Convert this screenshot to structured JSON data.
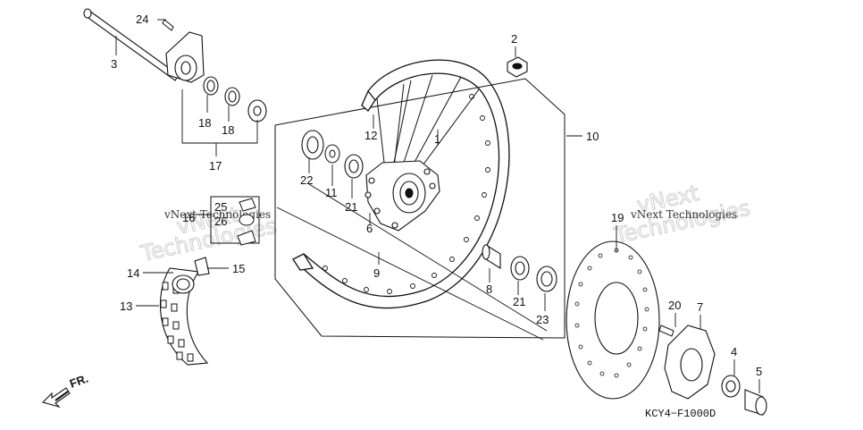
{
  "diagram": {
    "code": "KCY4−F1000D",
    "direction_label": "FR.",
    "watermark_small": "vNext Technologies",
    "watermark_large": "vNext\nTechnologies",
    "callouts": {
      "c1": "1",
      "c2": "2",
      "c3": "3",
      "c4": "4",
      "c5": "5",
      "c6": "6",
      "c7": "7",
      "c8": "8",
      "c9": "9",
      "c10": "10",
      "c11": "11",
      "c12": "12",
      "c13": "13",
      "c14": "14",
      "c15": "15",
      "c16": "16",
      "c17": "17",
      "c18a": "18",
      "c18b": "18",
      "c19": "19",
      "c20": "20",
      "c21a": "21",
      "c21b": "21",
      "c22": "22",
      "c23": "23",
      "c24": "24",
      "c25": "25",
      "c26": "26"
    }
  }
}
